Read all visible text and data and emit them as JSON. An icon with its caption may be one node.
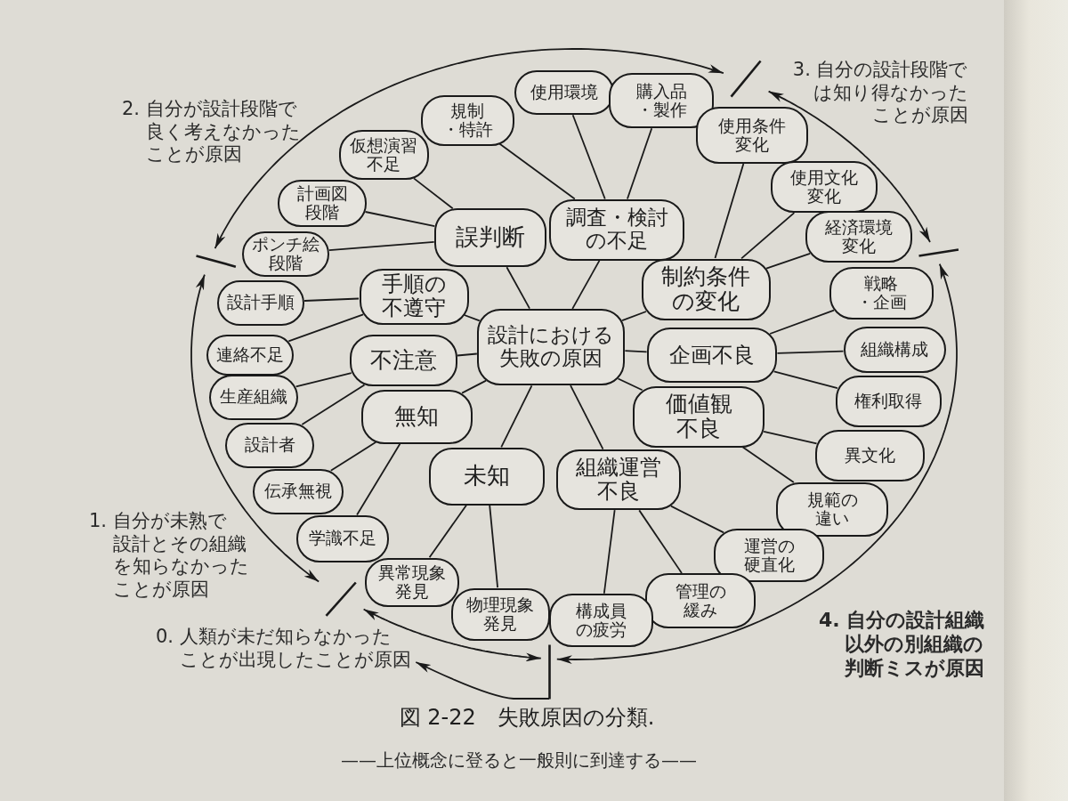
{
  "diagram": {
    "caption": "図 2-22　失敗原因の分類.",
    "nodes": [
      {
        "text": [
          "設計における失敗の原因"
        ]
      },
      {
        "text": [
          "誤判断"
        ]
      },
      {
        "text": [
          "調査・検討の不足"
        ]
      },
      {
        "text": [
          "制約条件の変化"
        ]
      },
      {
        "text": [
          "手順の不遵守"
        ]
      },
      {
        "text": [
          "不注意"
        ]
      },
      {
        "text": [
          "企画不良"
        ]
      },
      {
        "text": [
          "無知"
        ]
      },
      {
        "text": [
          "価値観不良"
        ]
      },
      {
        "text": [
          "未知"
        ]
      },
      {
        "text": [
          "組織運営不良"
        ]
      },
      {
        "text": [
          "使用環境"
        ]
      },
      {
        "text": [
          "購入品・製作"
        ]
      },
      {
        "text": [
          "規制・特許"
        ]
      },
      {
        "text": [
          "使用条件変化"
        ]
      },
      {
        "text": [
          "仮想演習不足"
        ]
      },
      {
        "text": [
          "使用文化変化"
        ]
      },
      {
        "text": [
          "計画図段階"
        ]
      },
      {
        "text": [
          "経済環境変化"
        ]
      },
      {
        "text": [
          "ポンチ絵段階"
        ]
      },
      {
        "text": [
          "戦略・企画"
        ]
      },
      {
        "text": [
          "設計手順"
        ]
      },
      {
        "text": [
          "組織構成"
        ]
      },
      {
        "text": [
          "連絡不足"
        ]
      },
      {
        "text": [
          "生産組織"
        ]
      },
      {
        "text": [
          "権利取得"
        ]
      },
      {
        "text": [
          "設計者"
        ]
      },
      {
        "text": [
          "異文化"
        ]
      },
      {
        "text": [
          "伝承無視"
        ]
      },
      {
        "text": [
          "規範の違い"
        ]
      },
      {
        "text": [
          "学識不足"
        ]
      },
      {
        "text": [
          "運営の硬直化"
        ]
      },
      {
        "text": [
          "異常現象発見"
        ]
      },
      {
        "text": [
          "管理の緩み"
        ]
      },
      {
        "text": [
          "物理現象発見"
        ]
      },
      {
        "text": [
          "構成員の疲労"
        ]
      },
      {
        "text": [
          "0. 人類が未だ知らなかったことが出現したことが原因"
        ]
      },
      {
        "text": [],
        "shape": "bar"
      },
      {
        "text": [],
        "shape": "bar"
      },
      {
        "text": [],
        "shape": "bar"
      },
      {
        "text": [],
        "shape": "bar"
      },
      {
        "text": [],
        "shape": "bar"
      }
    ],
    "edges": [
      {
        "from": 0,
        "to": 1,
        "arrow": "none"
      },
      {
        "from": 0,
        "to": 2,
        "arrow": "none"
      },
      {
        "from": 0,
        "to": 3,
        "arrow": "none"
      },
      {
        "from": 0,
        "to": 4,
        "arrow": "none"
      },
      {
        "from": 0,
        "to": 5,
        "arrow": "none"
      },
      {
        "from": 0,
        "to": 6,
        "arrow": "none"
      },
      {
        "from": 0,
        "to": 7,
        "arrow": "none"
      },
      {
        "from": 0,
        "to": 8,
        "arrow": "none"
      },
      {
        "from": 0,
        "to": 9,
        "arrow": "none"
      },
      {
        "from": 0,
        "to": 10,
        "arrow": "none"
      },
      {
        "from": 2,
        "to": 11,
        "arrow": "none"
      },
      {
        "from": 2,
        "to": 12,
        "arrow": "none"
      },
      {
        "from": 2,
        "to": 13,
        "arrow": "none"
      },
      {
        "from": 1,
        "to": 15,
        "arrow": "none"
      },
      {
        "from": 1,
        "to": 17,
        "arrow": "none"
      },
      {
        "from": 1,
        "to": 19,
        "arrow": "none"
      },
      {
        "from": 3,
        "to": 14,
        "arrow": "none"
      },
      {
        "from": 3,
        "to": 16,
        "arrow": "none"
      },
      {
        "from": 3,
        "to": 18,
        "arrow": "none"
      },
      {
        "from": 4,
        "to": 21,
        "arrow": "none"
      },
      {
        "from": 4,
        "to": 23,
        "arrow": "none"
      },
      {
        "from": 5,
        "to": 24,
        "arrow": "none"
      },
      {
        "from": 5,
        "to": 26,
        "arrow": "none"
      },
      {
        "from": 6,
        "to": 20,
        "arrow": "none"
      },
      {
        "from": 6,
        "to": 22,
        "arrow": "none"
      },
      {
        "from": 6,
        "to": 25,
        "arrow": "none"
      },
      {
        "from": 7,
        "to": 28,
        "arrow": "none"
      },
      {
        "from": 7,
        "to": 30,
        "arrow": "none"
      },
      {
        "from": 8,
        "to": 27,
        "arrow": "none"
      },
      {
        "from": 8,
        "to": 29,
        "arrow": "none"
      },
      {
        "from": 9,
        "to": 32,
        "arrow": "none"
      },
      {
        "from": 9,
        "to": 34,
        "arrow": "none"
      },
      {
        "from": 10,
        "to": 31,
        "arrow": "none"
      },
      {
        "from": 10,
        "to": 33,
        "arrow": "none"
      },
      {
        "from": 10,
        "to": 35,
        "arrow": "none"
      },
      {
        "from": 41,
        "to": 36,
        "arrow": "to"
      },
      {
        "from": 37,
        "to": 38,
        "arrow": "both"
      },
      {
        "from": 38,
        "to": 41,
        "arrow": "both"
      },
      {
        "from": 41,
        "to": 40,
        "arrow": "both"
      },
      {
        "from": 40,
        "to": 39,
        "arrow": "both"
      },
      {
        "from": 39,
        "to": 37,
        "arrow": "both"
      }
    ],
    "labels": [
      "2. 自分が設計段階で良く考えなかったことが原因",
      "3. 自分の設計段階では知り得なかったことが原因",
      "1. 自分が未熟で設計とその組織を知らなかったことが原因",
      "4. 自分の設計組織以外の別組織の判断ミスが原因",
      "——上位概念に登ると一般則に到達する——"
    ]
  }
}
